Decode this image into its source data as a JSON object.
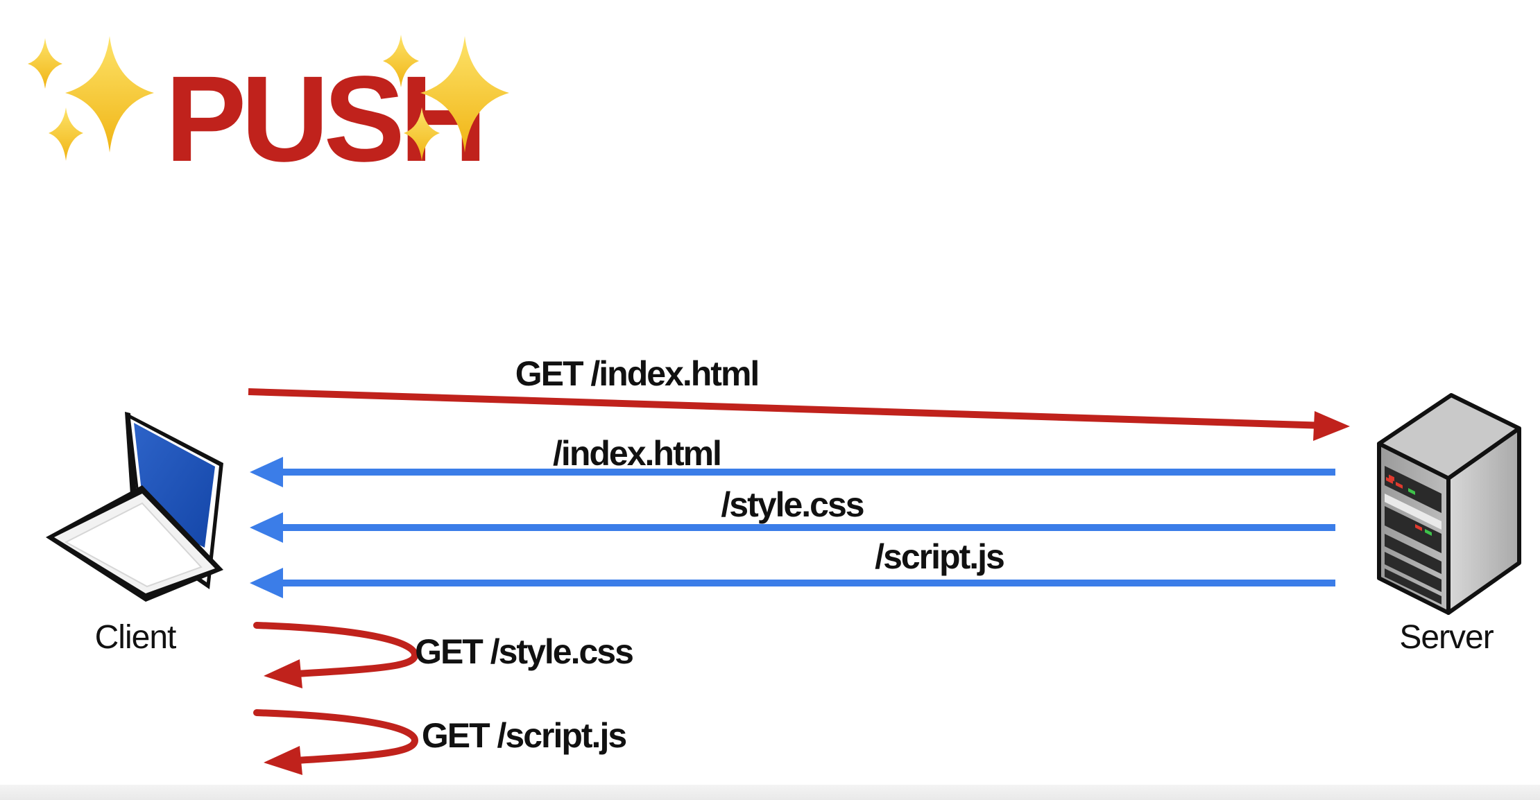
{
  "slide": {
    "title": "PUSH",
    "title_decoration": "sparkles-emoji"
  },
  "colors": {
    "request": "#c0221c",
    "push": "#3b7de8",
    "title": "#c0221c",
    "sparkle": "#f4c21f",
    "text": "#111111"
  },
  "nodes": {
    "client": {
      "label": "Client",
      "icon": "laptop-icon"
    },
    "server": {
      "label": "Server",
      "icon": "server-rack-icon"
    }
  },
  "messages": [
    {
      "id": "get-index",
      "label": "GET /index.html",
      "direction": "client-to-server",
      "kind": "request"
    },
    {
      "id": "push-index",
      "label": "/index.html",
      "direction": "server-to-client",
      "kind": "push"
    },
    {
      "id": "push-style",
      "label": "/style.css",
      "direction": "server-to-client",
      "kind": "push"
    },
    {
      "id": "push-script",
      "label": "/script.js",
      "direction": "server-to-client",
      "kind": "push"
    }
  ],
  "local_requests": [
    {
      "id": "local-style",
      "label": "GET /style.css",
      "kind": "served-from-cache"
    },
    {
      "id": "local-script",
      "label": "GET /script.js",
      "kind": "served-from-cache"
    }
  ]
}
